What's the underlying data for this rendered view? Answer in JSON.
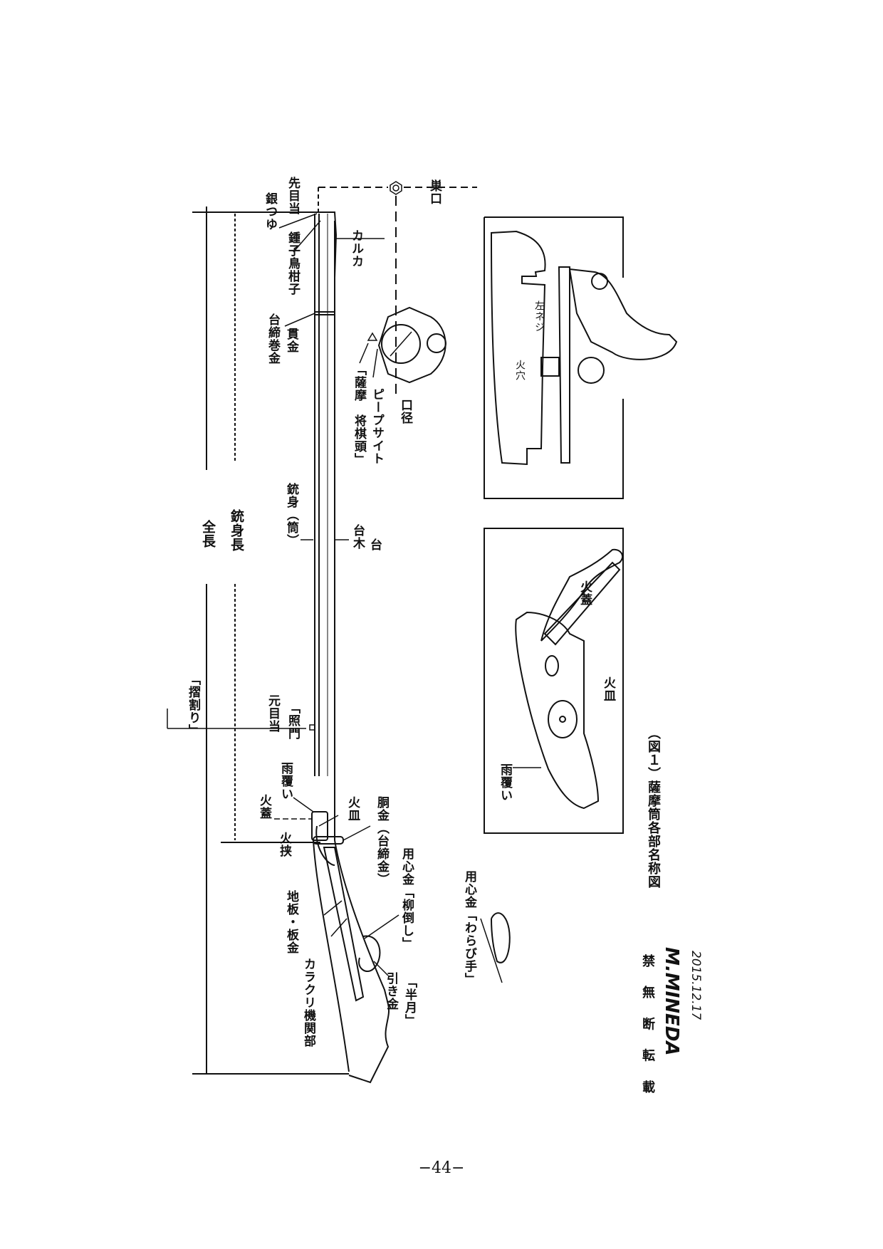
{
  "figure": {
    "caption": "（図１）薩摩筒各部名称図",
    "watermark": {
      "notice": "禁 無 断 転 載",
      "author": "M.MINEDA",
      "date": "2015.12.17"
    }
  },
  "gun_diagram": {
    "dimension_labels": {
      "overall_length": "全長",
      "barrel_length": "銃身長",
      "bore": "口径",
      "muzzle": "巣口"
    },
    "labels": {
      "front_sight": "先目当",
      "silver_tsuyu": "銀つゆ",
      "karuka": "カルカ",
      "barrel_band": "鍾子鳥柑子",
      "stock_band": "台締巻金",
      "hanger": "貫金",
      "satsuma_head": "「薩摩　将棋頭」",
      "peep_sight": "ピープサイト",
      "barrel": "銃身（筒）",
      "stock": "台木",
      "stock2": "台",
      "rear_sight_ref": "元目当",
      "rear_sight": "「照門",
      "folding": "「摺割り」",
      "rain_cover": "雨覆い",
      "pan_cover": "火蓋",
      "flash_pan": "火皿",
      "fire_clamp": "火挟",
      "body_band": "胴金（台締金）",
      "trigger_guard_yanagi": "用心金「柳倒し」",
      "lock_plate": "地板・板金",
      "mechanism": "カラクリ機関部",
      "trigger": "引き金",
      "half_moon": "「半月」",
      "trigger_guard_warabi": "用心金「わらび手」"
    }
  },
  "detail_top": {
    "labels": {
      "fire_hole": "火穴",
      "left_screw": "左ネジ"
    }
  },
  "detail_bottom": {
    "labels": {
      "pan_cover": "火蓋",
      "flash_pan": "火皿",
      "rain_cover": "雨覆い"
    }
  },
  "page": {
    "number": "−44−"
  }
}
